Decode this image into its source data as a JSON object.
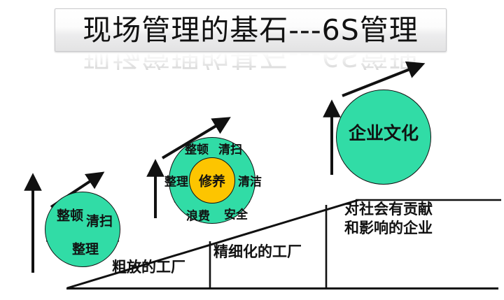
{
  "title": {
    "text": "现场管理的基石---6S管理"
  },
  "colors": {
    "circle_green": "#31dca6",
    "core_yellow": "#fdc500",
    "line_black": "#111111",
    "title_bg_light": "#ffffff",
    "title_bg_dark": "#e3e3e4"
  },
  "stages": [
    {
      "id": "stage-1",
      "ground_label": "粗放的工厂",
      "circle": {
        "name": "circle-3s",
        "segments": [
          "整顿",
          "清扫",
          "整理"
        ],
        "center": null
      }
    },
    {
      "id": "stage-2",
      "ground_label": "精细化的工厂",
      "circle": {
        "name": "circle-6s",
        "segments": [
          "整顿",
          "清扫",
          "清洁",
          "安全",
          "浪费",
          "整理"
        ],
        "core": "修养"
      }
    },
    {
      "id": "stage-3",
      "ground_label_line1": "对社会有贡献",
      "ground_label_line2": "和影响的企业",
      "circle": {
        "name": "circle-culture",
        "label": "企业文化"
      }
    }
  ],
  "segments": {
    "c1_top_left": "整顿",
    "c1_top_right": "清扫",
    "c1_bottom": "整理",
    "c2_top_left": "整顿",
    "c2_top_right": "清扫",
    "c2_right": "清洁",
    "c2_bottom_right": "安全",
    "c2_bottom_left": "浪费",
    "c2_left": "整理",
    "c2_core": "修养",
    "c3_label": "企业文化"
  },
  "ground": {
    "label1": "粗放的工厂",
    "label2": "精细化的工厂",
    "label3_line1": "对社会有贡献",
    "label3_line2": "和影响的企业"
  },
  "arrows": {
    "count": 6,
    "vertical_label": "up-arrow",
    "diagonal_label": "diagonal-up-right-arrow"
  }
}
